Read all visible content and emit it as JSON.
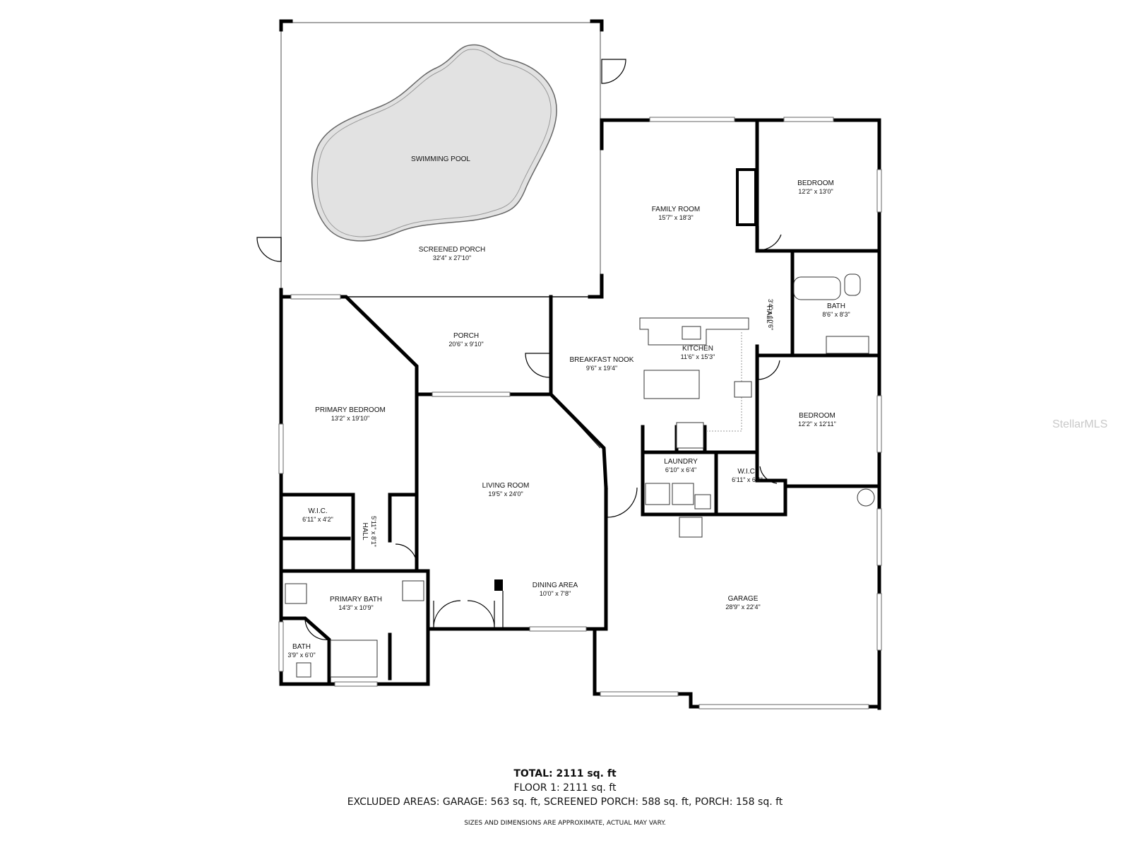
{
  "rooms": {
    "swimming_pool": {
      "name": "SWIMMING POOL"
    },
    "screened_porch": {
      "name": "SCREENED PORCH",
      "dim": "32'4\" x 27'10\""
    },
    "family_room": {
      "name": "FAMILY ROOM",
      "dim": "15'7\" x 18'3\""
    },
    "bedroom_1": {
      "name": "BEDROOM",
      "dim": "12'2\" x 13'0\""
    },
    "hall_1": {
      "name": "HALL",
      "dim": "3'4\" x 10'6\""
    },
    "bath_1": {
      "name": "BATH",
      "dim": "8'6\" x 8'3\""
    },
    "porch": {
      "name": "PORCH",
      "dim": "20'6\" x 9'10\""
    },
    "breakfast_nook": {
      "name": "BREAKFAST NOOK",
      "dim": "9'6\" x 19'4\""
    },
    "kitchen": {
      "name": "KITCHEN",
      "dim": "11'6\" x 15'3\""
    },
    "bedroom_2": {
      "name": "BEDROOM",
      "dim": "12'2\" x 12'11\""
    },
    "primary_bedroom": {
      "name": "PRIMARY BEDROOM",
      "dim": "13'2\" x 19'10\""
    },
    "laundry": {
      "name": "LAUNDRY",
      "dim": "6'10\" x 6'4\""
    },
    "wic_1": {
      "name": "W.I.C.",
      "dim": "6'11\" x 6'4\""
    },
    "living_room": {
      "name": "LIVING ROOM",
      "dim": "19'5\" x 24'0\""
    },
    "wic_2": {
      "name": "W.I.C.",
      "dim": "6'11\" x 4'2\""
    },
    "hall_2": {
      "name": "HALL",
      "dim": "5'11\" x 8'1\""
    },
    "dining_area": {
      "name": "DINING AREA",
      "dim": "10'0\" x 7'8\""
    },
    "garage": {
      "name": "GARAGE",
      "dim": "28'9\" x 22'4\""
    },
    "primary_bath": {
      "name": "PRIMARY BATH",
      "dim": "14'3\" x 10'9\""
    },
    "bath_2": {
      "name": "BATH",
      "dim": "3'9\" x 6'0\""
    }
  },
  "summary": {
    "total": "TOTAL: 2111 sq. ft",
    "floor": "FLOOR 1: 2111 sq. ft",
    "excluded": "EXCLUDED AREAS: GARAGE: 563 sq. ft, SCREENED PORCH: 588 sq. ft, PORCH: 158 sq. ft",
    "disclaimer": "SIZES AND DIMENSIONS ARE APPROXIMATE, ACTUAL MAY VARY."
  },
  "watermark": "StellarMLS"
}
